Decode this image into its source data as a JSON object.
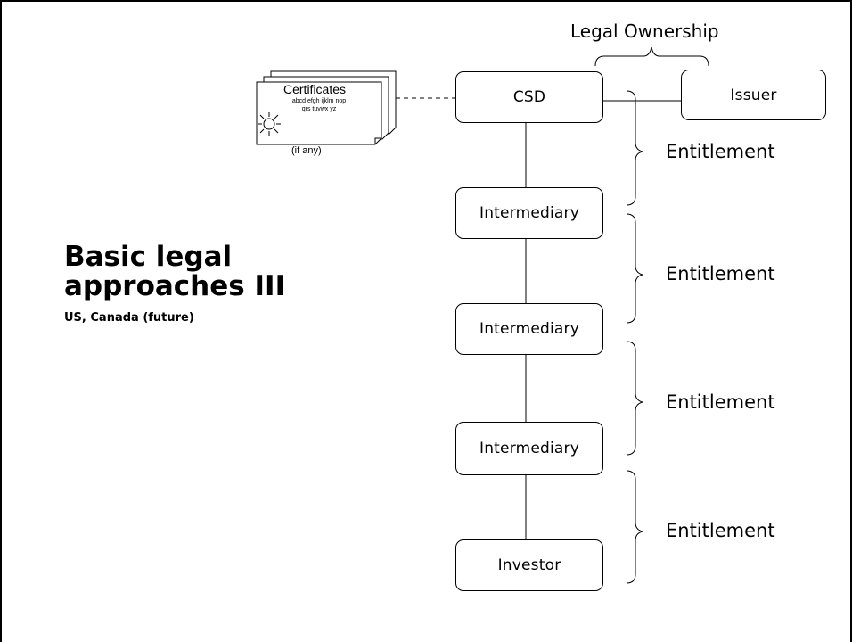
{
  "title": {
    "line1": "Basic legal",
    "line2": "approaches III",
    "subtitle": "US, Canada (future)"
  },
  "certificates": {
    "heading": "Certificates",
    "line1": "abcd efgh ijklm nop",
    "line2": "qrs tuvwx yz",
    "note": "(if any)"
  },
  "legal_ownership": "Legal Ownership",
  "nodes": {
    "csd": "CSD",
    "issuer": "Issuer",
    "intermediary_1": "Intermediary",
    "intermediary_2": "Intermediary",
    "intermediary_3": "Intermediary",
    "investor": "Investor"
  },
  "entitlements": [
    "Entitlement",
    "Entitlement",
    "Entitlement",
    "Entitlement"
  ]
}
